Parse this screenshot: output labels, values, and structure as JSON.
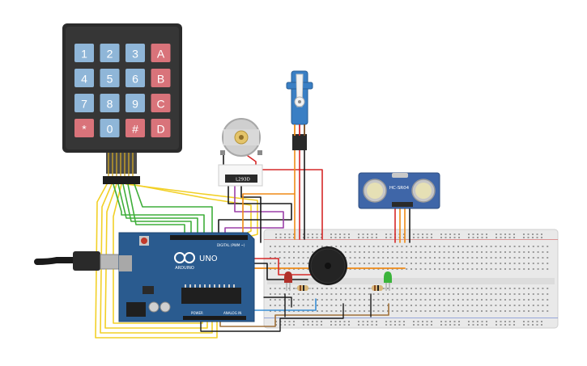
{
  "keypad": {
    "rows": [
      [
        "1",
        "2",
        "3",
        "A"
      ],
      [
        "4",
        "5",
        "6",
        "B"
      ],
      [
        "7",
        "8",
        "9",
        "C"
      ],
      [
        "*",
        "0",
        "#",
        "D"
      ]
    ]
  },
  "arduino": {
    "brand": "ARDUINO",
    "model": "UNO",
    "digital_label": "DIGITAL (PWM ~)",
    "power_label": "POWER",
    "analog_label": "ANALOG IN"
  },
  "driver": {
    "label": "L293D"
  },
  "sensor": {
    "label": "HC-SR04"
  },
  "colors": {
    "board_blue": "#2a5b8f",
    "keypad_body": "#2b2b2b",
    "key_blue": "#8fb6d8",
    "key_red": "#d9737a",
    "sensor_blue": "#3f66a8",
    "servo_blue": "#3a7fc4",
    "breadboard": "#e9e9e9",
    "wire_yellow": "#f2d027",
    "wire_green": "#3fae3a",
    "wire_red": "#d62828",
    "wire_black": "#1a1a1a",
    "wire_orange": "#ef8a17",
    "wire_purple": "#9b3fa8",
    "wire_brown": "#a0703a",
    "wire_blue": "#3a8fd6"
  }
}
